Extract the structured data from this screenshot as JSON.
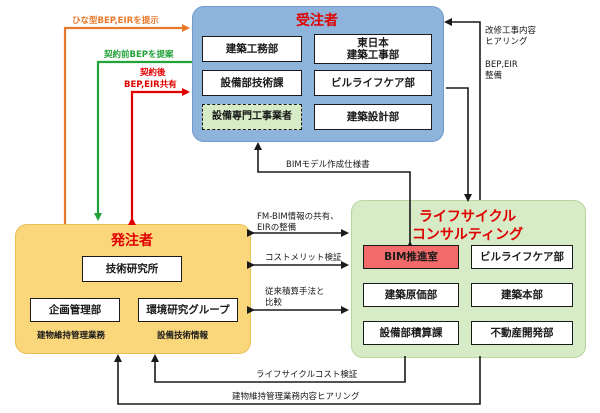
{
  "groups": {
    "contractor": {
      "title": "受注者",
      "color": "#8fb4dc",
      "border": "#6f9acb"
    },
    "client": {
      "title": "発注者",
      "color": "#fbd77c",
      "border": "#e8bf55"
    },
    "consulting": {
      "title_line1": "ライフサイクル",
      "title_line2": "コンサルティング",
      "color": "#d6ebc6",
      "border": "#b7d69f"
    }
  },
  "contractor_boxes": {
    "architecture_dept": "建築工務部",
    "east_japan_line1": "東日本",
    "east_japan_line2": "建築工事部",
    "equipment_tech": "設備部技術課",
    "building_care": "ビルライフケア部",
    "equipment_contractor": "設備専門工事業者",
    "architecture_design": "建築設計部"
  },
  "client_boxes": {
    "research_lab": "技術研究所",
    "planning": "企画管理部",
    "env_research": "環境研究グループ"
  },
  "client_sub": {
    "maintenance": "建物維持管理業務",
    "equipment_info": "設備技術情報"
  },
  "consulting_boxes": {
    "bim_promotion": "BIM推進室",
    "building_care": "ビルライフケア部",
    "cost_dept": "建築原価部",
    "architecture_hq": "建築本部",
    "estimation": "設備部積算課",
    "real_estate": "不動産開発部"
  },
  "labels": {
    "hina_bep": "ひな型BEP,EIRを提示",
    "pre_bep": "契約前BEPを提案",
    "post_bep_line1": "契約後",
    "post_bep_line2": "BEP,EIR共有",
    "renovation_line1": "改修工事内容",
    "renovation_line2": "ヒアリング",
    "bep_eir_line1": "BEP,EIR",
    "bep_eir_line2": "整備",
    "bim_spec": "BIMモデル作成仕様書",
    "fm_bim_line1": "FM-BIM情報の共有、",
    "fm_bim_line2": "EIRの整備",
    "cost_merit": "コストメリット検証",
    "conventional_line1": "従来積算手法と",
    "conventional_line2": "比較",
    "lifecycle_cost": "ライフサイクルコスト検証",
    "maintenance_hearing": "建物維持管理業務内容ヒアリング"
  },
  "colors": {
    "orange": "#e8782a",
    "green": "#23a23a",
    "red": "#e00000",
    "black": "#1a1a1a",
    "bim_box": "#f26a6a"
  }
}
